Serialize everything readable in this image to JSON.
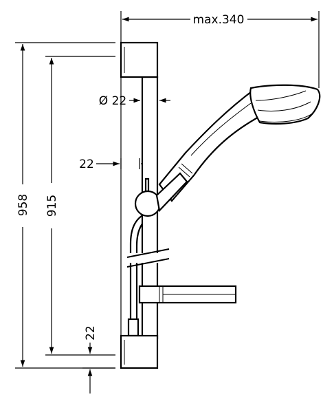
{
  "dimensions": {
    "width_max": "max.340",
    "rail_diameter": "Ø 22",
    "wall_offset": "22",
    "total_height": "958",
    "bracket_spacing": "915",
    "bottom_offset": "22"
  }
}
